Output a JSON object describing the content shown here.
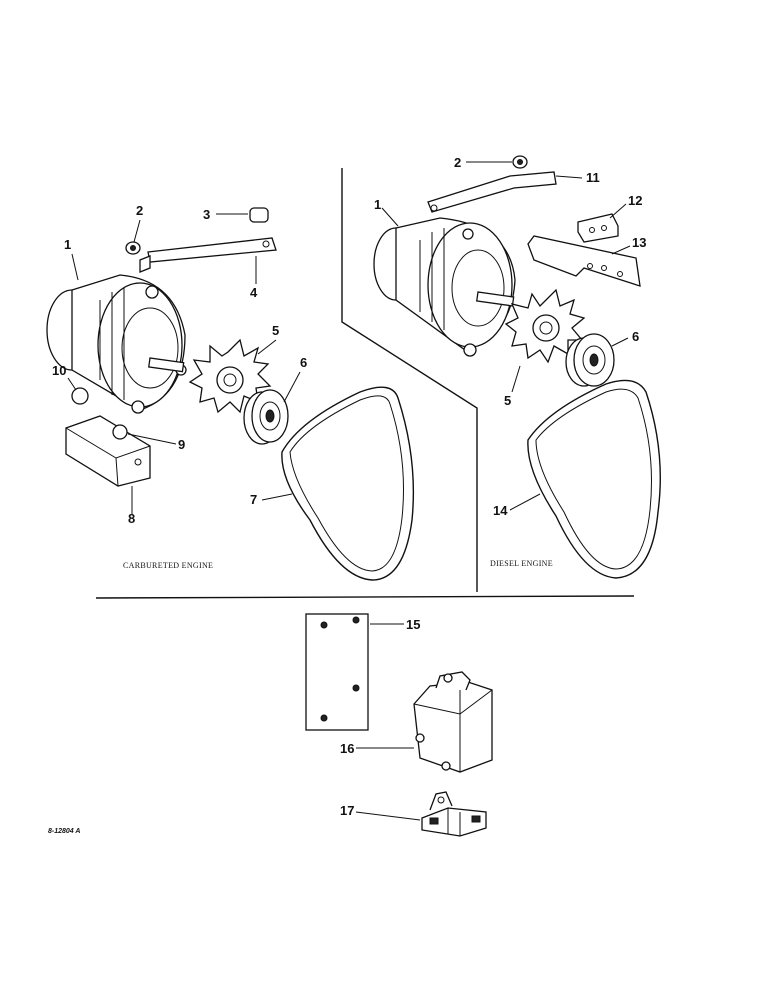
{
  "captions": {
    "left": "CARBURETED ENGINE",
    "right": "DIESEL ENGINE",
    "figure_ref": "8-12804 A"
  },
  "callouts": {
    "c1_left": "1",
    "c2_left": "2",
    "c3": "3",
    "c4": "4",
    "c5_left": "5",
    "c6_left": "6",
    "c7": "7",
    "c8": "8",
    "c9": "9",
    "c10": "10",
    "c2_right": "2",
    "c11": "11",
    "c1_right": "1",
    "c12": "12",
    "c13": "13",
    "c6_right": "6",
    "c5_right": "5",
    "c14": "14",
    "c15": "15",
    "c16": "16",
    "c17": "17"
  }
}
